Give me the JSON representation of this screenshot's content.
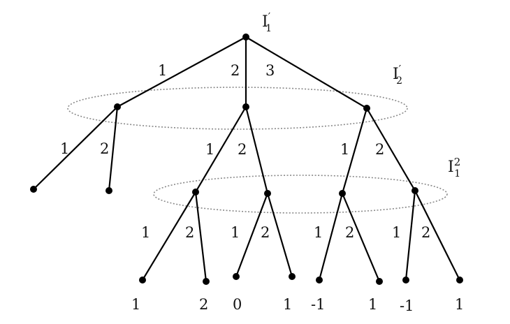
{
  "info_sets": [
    {
      "name": "I",
      "sup": "′",
      "sub": "1"
    },
    {
      "name": "I",
      "sup": "′",
      "sub": "2"
    },
    {
      "name": "I",
      "sup": "2",
      "sub": "1"
    }
  ],
  "branch_labels": {
    "root": [
      "1",
      "2",
      "3"
    ],
    "level1_left": [
      "1",
      "2"
    ],
    "level1_mid": [
      "1",
      "2"
    ],
    "level1_right": [
      "1",
      "2"
    ],
    "level2_a": [
      "1",
      "2"
    ],
    "level2_b": [
      "1",
      "2"
    ],
    "level2_c": [
      "1",
      "2"
    ],
    "level2_d": [
      "1",
      "2"
    ]
  },
  "payoffs": [
    "1",
    "2",
    "0",
    "1",
    "-1",
    "1",
    "-1",
    "1"
  ]
}
